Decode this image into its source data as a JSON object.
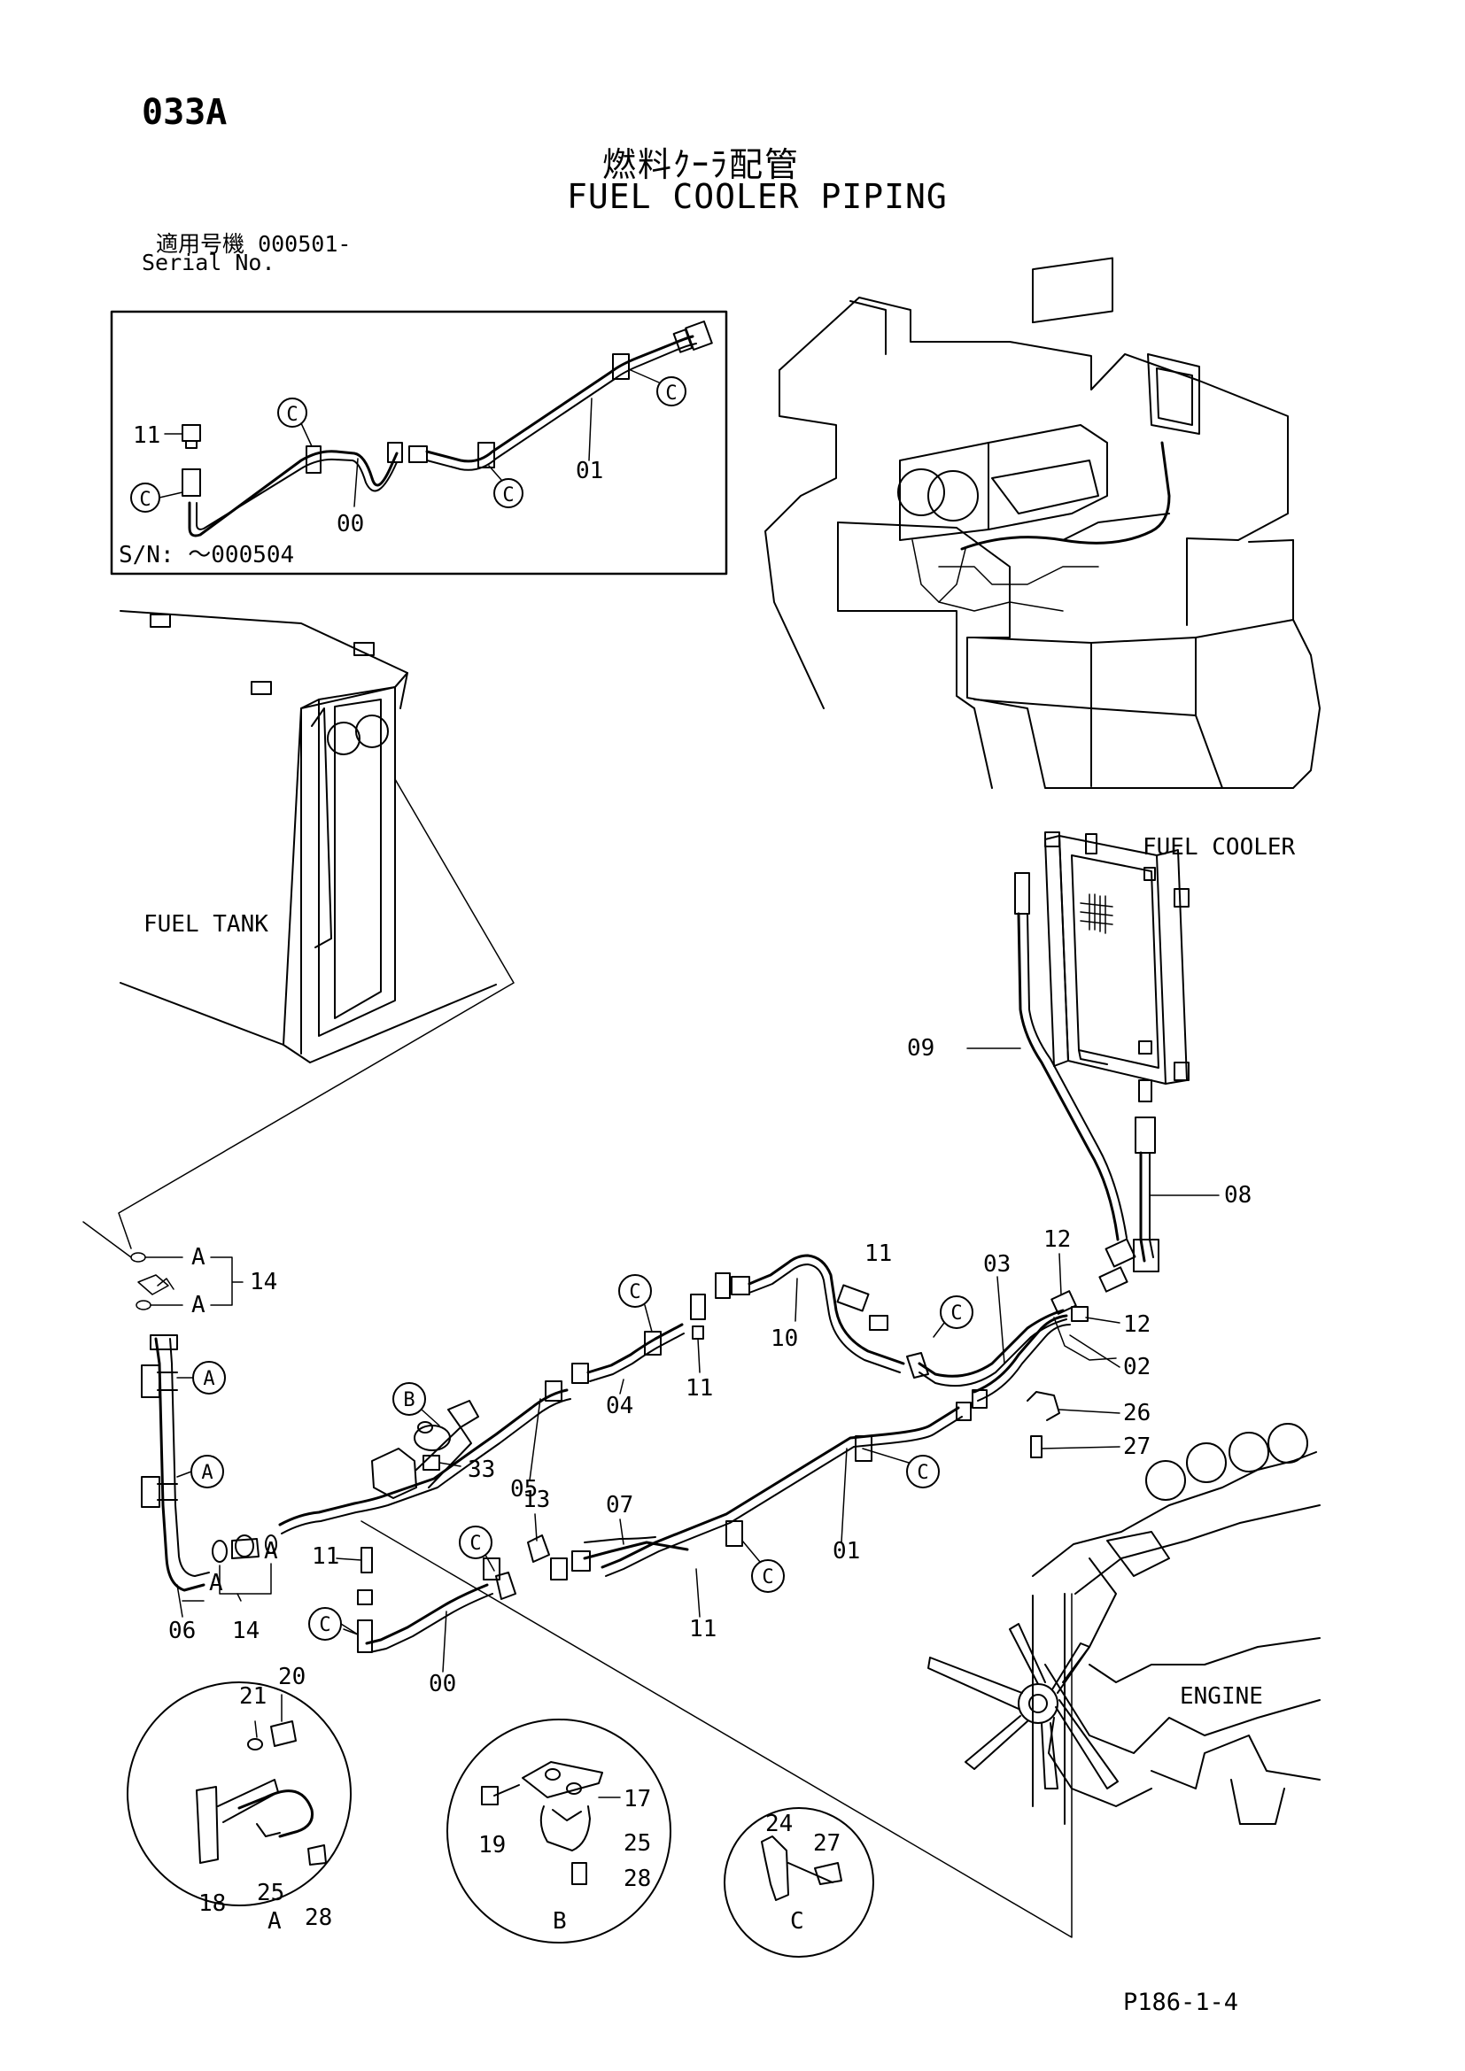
{
  "header": {
    "page_code": "033A",
    "title_jp": "燃料ｸｰﾗ配管",
    "title_en": "FUEL COOLER PIPING",
    "serial_label_jp": "適用号機",
    "serial_value": "000501-",
    "serial_label_en": "Serial No."
  },
  "inset": {
    "sn_note": "S/N: ～000504",
    "labels": {
      "p11": "11",
      "p00": "00",
      "p01": "01",
      "c": "C"
    }
  },
  "components": {
    "fuel_tank": "FUEL TANK",
    "fuel_cooler": "FUEL COOLER",
    "engine": "ENGINE"
  },
  "part_labels": {
    "p00": "00",
    "p01": "01",
    "p02": "02",
    "p03": "03",
    "p04": "04",
    "p05": "05",
    "p06": "06",
    "p07": "07",
    "p08": "08",
    "p09": "09",
    "p10": "10",
    "p11": "11",
    "p12": "12",
    "p13": "13",
    "p14": "14",
    "p17": "17",
    "p18": "18",
    "p19": "19",
    "p20": "20",
    "p21": "21",
    "p24": "24",
    "p25": "25",
    "p26": "26",
    "p27": "27",
    "p28": "28",
    "p33": "33"
  },
  "refs": {
    "a": "A",
    "b": "B",
    "c": "C"
  },
  "details": {
    "a": "A",
    "b": "B",
    "c": "C"
  },
  "footer": {
    "page_ref": "P186-1-4"
  }
}
